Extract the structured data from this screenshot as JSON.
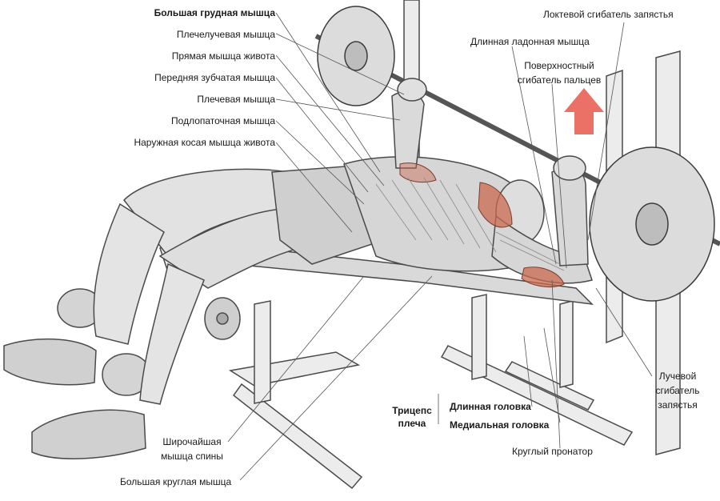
{
  "labels": {
    "pectoralis_major": "Большая грудная мышца",
    "brachioradialis": "Плечелучевая  мышца",
    "rectus_abdominis": "Прямая мышца живота",
    "serratus_anterior": "Передняя зубчатая мышца",
    "brachialis": "Плечевая  мышца",
    "subscapularis": "Подлопаточная  мышца",
    "external_oblique": "Наружная косая мышца живота",
    "flexor_carpi_ulnaris": "Локтевой сгибатель запястья",
    "palmaris_longus": "Длинная ладонная мышца",
    "fds_line1": "Поверхностный",
    "fds_line2": "сгибатель  пальцев",
    "fcr_line1": "Лучевой",
    "fcr_line2": "сгибатель",
    "fcr_line3": "запястья",
    "pronator_teres": "Круглый пронатор",
    "latissimus_line1": "Широчайшая",
    "latissimus_line2": "мышца спины",
    "teres_major": "Большая  круглая  мышца",
    "triceps_line1": "Трицепс",
    "triceps_line2": "плеча",
    "triceps_long_head": "Длинная головка",
    "triceps_medial_head": "Медиальная головка"
  },
  "colors": {
    "text": "#1a1a1a",
    "leader_line": "#555555",
    "direction_arrow": "#e8574a",
    "muscle_highlight": "#c9694f"
  },
  "icons": {
    "direction_arrow": "arrow-up-icon"
  }
}
